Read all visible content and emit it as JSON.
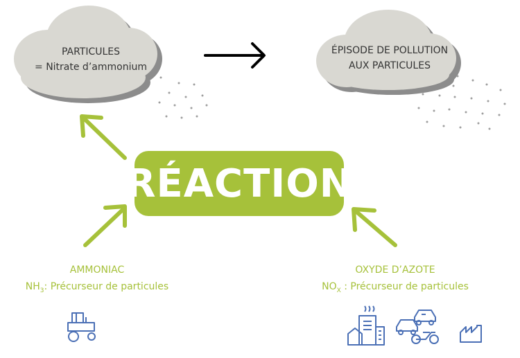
{
  "clouds": {
    "left": {
      "line1": "PARTICULES",
      "line2": "= Nitrate  d’ammonium"
    },
    "right": {
      "line1": "ÉPISODE DE POLLUTION",
      "line2": "AUX PARTICULES"
    }
  },
  "reaction": {
    "label": "RÉACTION"
  },
  "ammoniac": {
    "title": "AMMONIAC",
    "formula_main": "NH",
    "formula_sub": "3",
    "description": ": Précurseur de particules"
  },
  "oxyde": {
    "title": "OXYDE D’AZOTE",
    "formula_main": "NO",
    "formula_sub": "X",
    "description": " : Précurseur de particules"
  },
  "colors": {
    "accent_green": "#a6c13a",
    "icon_blue": "#4a6fb5",
    "cloud_fill": "#d9d8d2",
    "cloud_shadow": "#8c8c8c",
    "arrow_black": "#000000"
  },
  "icons": [
    "tractor-icon",
    "buildings-icon",
    "traffic-icon",
    "factory-icon"
  ]
}
